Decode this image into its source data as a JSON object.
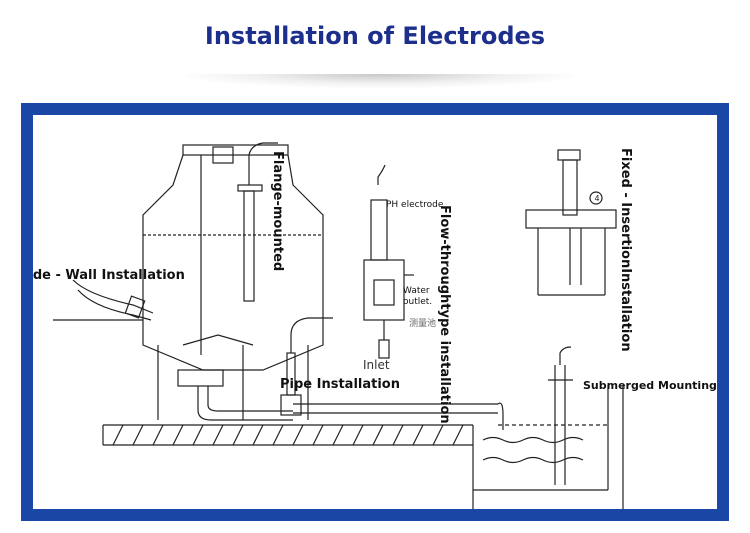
{
  "title": "Installation of Electrodes",
  "colors": {
    "title": "#1d2f8c",
    "frame": "#1a47a6"
  },
  "labels": {
    "side_wall": "Side - Wall Installation",
    "flange": "Flange-mounted",
    "ph_electrode": "PH electrode",
    "flow_through_1": "Flow-through",
    "flow_through_2": "type installation",
    "water_outlet_1": "Water",
    "water_outlet_2": "outlet.",
    "measuring_pool": "测量池",
    "inlet": "Inlet",
    "pipe": "Pipe Installation",
    "fixed_insertion_1": "Fixed - Insertion",
    "fixed_insertion_2": "Installation",
    "submerged": "Submerged Mounting",
    "marker_4": "4"
  }
}
